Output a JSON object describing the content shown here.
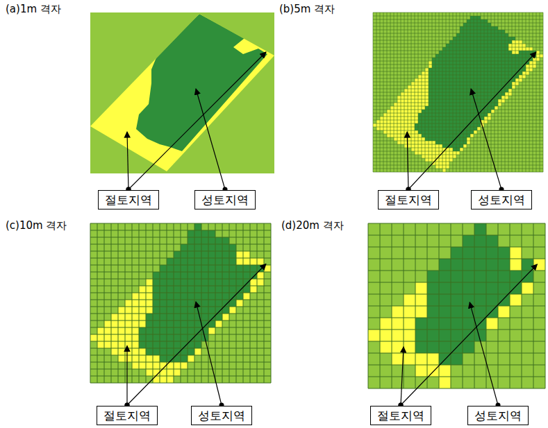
{
  "diagram": {
    "nodes": [
      {
        "text": [
          "절토지역"
        ]
      },
      {
        "text": [
          "성토지역"
        ]
      },
      {
        "text": [
          "절토지역"
        ]
      },
      {
        "text": [
          "성토지역"
        ]
      },
      {
        "text": [
          "절토지역"
        ]
      },
      {
        "text": [
          "성토지역"
        ]
      },
      {
        "text": [
          "절토지역"
        ]
      },
      {
        "text": [
          "성토지역"
        ]
      }
    ],
    "labels": [
      "(a)1m 격자",
      "(b)5m 격자",
      "(c)10m 격자",
      "(d)20m 격자"
    ]
  }
}
